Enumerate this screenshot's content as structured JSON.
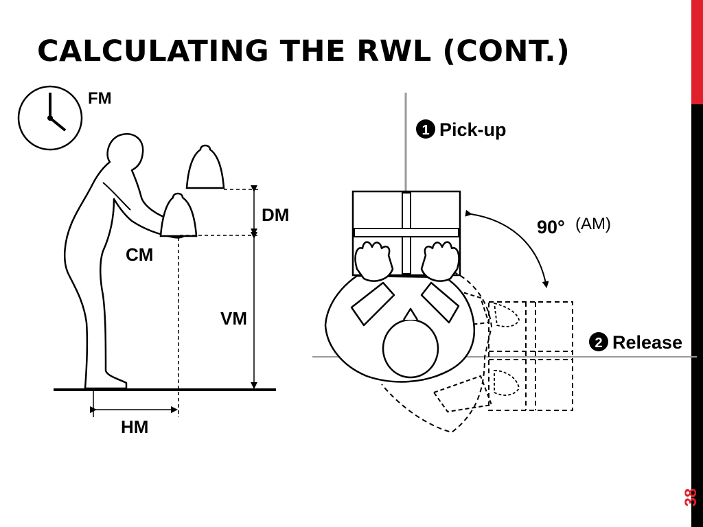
{
  "slide": {
    "title": "CALCULATING THE RWL (CONT.)",
    "page_number": "38",
    "accent_color": "#e0202a",
    "sidebar_color": "#000000"
  },
  "diagram": {
    "side_view": {
      "fm_label": "FM",
      "dm_label": "DM",
      "cm_label": "CM",
      "vm_label": "VM",
      "hm_label": "HM",
      "clock_icon": "clock-icon",
      "person_icon": "person-side-view"
    },
    "top_view": {
      "pickup_number": "1",
      "pickup_label": "Pick-up",
      "angle_label": "90°",
      "am_label": "(AM)",
      "release_number": "2",
      "release_label": "Release",
      "person_icon": "person-top-view"
    }
  }
}
